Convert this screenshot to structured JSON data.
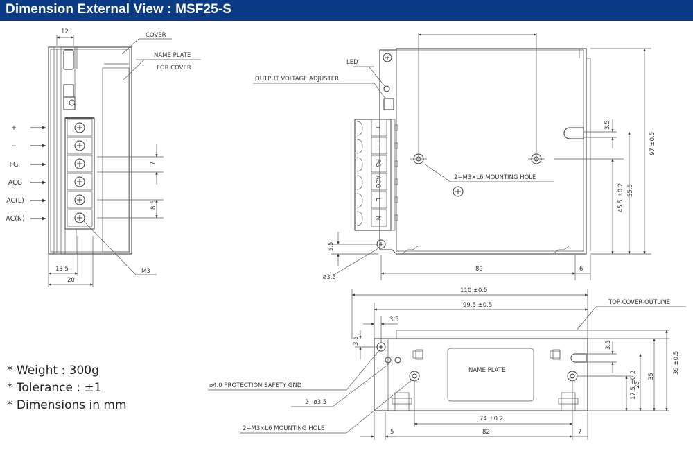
{
  "header": {
    "title": "Dimension External View : MSF25-S",
    "background": "#0b3b84",
    "text_color": "#ffffff"
  },
  "side_view": {
    "labels": {
      "cover": "COVER",
      "name_plate": "NAME PLATE",
      "for_cover": "FOR COVER",
      "m3": "M3"
    },
    "dimensions": {
      "top_width": "12",
      "pitch_fg": "7",
      "pitch_ac": "8.5",
      "bottom_13_5": "13.5",
      "bottom_20": "20"
    },
    "terminals": [
      "+",
      "−",
      "FG",
      "ACG",
      "AC(L)",
      "AC(N)"
    ]
  },
  "front_view": {
    "labels": {
      "led": "LED",
      "adjuster": "OUTPUT VOLTAGE ADJUSTER",
      "mounting_hole": "2−M3×L6 MOUNTING HOLE",
      "hole_dia": "ø3.5"
    },
    "terminal_marks": [
      "+",
      "−",
      "FG",
      "ACG",
      "L",
      "N"
    ],
    "dimensions": {
      "d_3_5": "3.5",
      "d_97": "97 ±0.5",
      "d_55_5": "55.5",
      "d_45_5": "45.5 ±0.2",
      "d_5_5": "5.5",
      "d_89": "89",
      "d_6": "6"
    }
  },
  "bottom_view": {
    "labels": {
      "top_cover_outline": "TOP COVER OUTLINE",
      "name_plate": "NAME PLATE",
      "protection_gnd": "ø4.0 PROTECTION SAFETY GND",
      "holes_3_5": "2−ø3.5",
      "mounting_hole": "2−M3×L6 MOUNTING HOLE"
    },
    "dimensions": {
      "d_110": "110 ±0.5",
      "d_99_5": "99.5 ±0.5",
      "d_3_5_top": "3.5",
      "d_3_5_left": "3.5",
      "d_3_5_right": "3.5",
      "d_17_5": "17.5 ±0.2",
      "d_25": "25",
      "d_35": "35",
      "d_39": "39 ±0.5",
      "d_74": "74 ±0.2",
      "d_5": "5",
      "d_82": "82",
      "d_7": "7"
    }
  },
  "notes": [
    "* Weight : 300g",
    "* Tolerance : ±1",
    "* Dimensions in mm"
  ]
}
